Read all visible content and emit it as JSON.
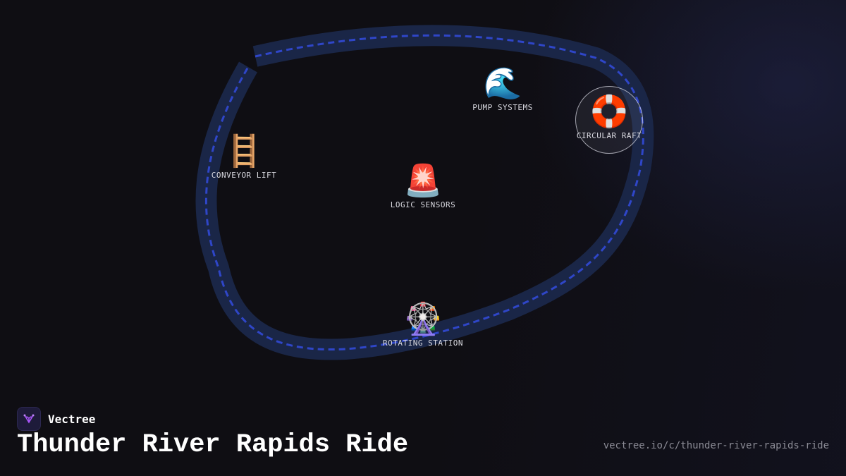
{
  "brand": {
    "name": "Vectree",
    "accent": "#a855f7"
  },
  "title": "Thunder River Rapids Ride",
  "url": "vectree.io/c/thunder-river-rapids-ride",
  "colors": {
    "track": "#1a2647",
    "path": "#2f46c8",
    "background": "#0f0e13"
  },
  "nodes": [
    {
      "id": "pump",
      "label": "PUMP SYSTEMS",
      "icon": "🌊",
      "icon_name": "wave-icon"
    },
    {
      "id": "raft",
      "label": "CIRCULAR RAFT",
      "icon": "🛟",
      "icon_name": "ring-buoy-icon",
      "highlighted": true
    },
    {
      "id": "lift",
      "label": "CONVEYOR LIFT",
      "icon": "🪜",
      "icon_name": "ladder-icon"
    },
    {
      "id": "sensors",
      "label": "LOGIC SENSORS",
      "icon": "🚨",
      "icon_name": "siren-icon"
    },
    {
      "id": "station",
      "label": "ROTATING STATION",
      "icon": "🎡",
      "icon_name": "ferris-wheel-icon"
    }
  ]
}
